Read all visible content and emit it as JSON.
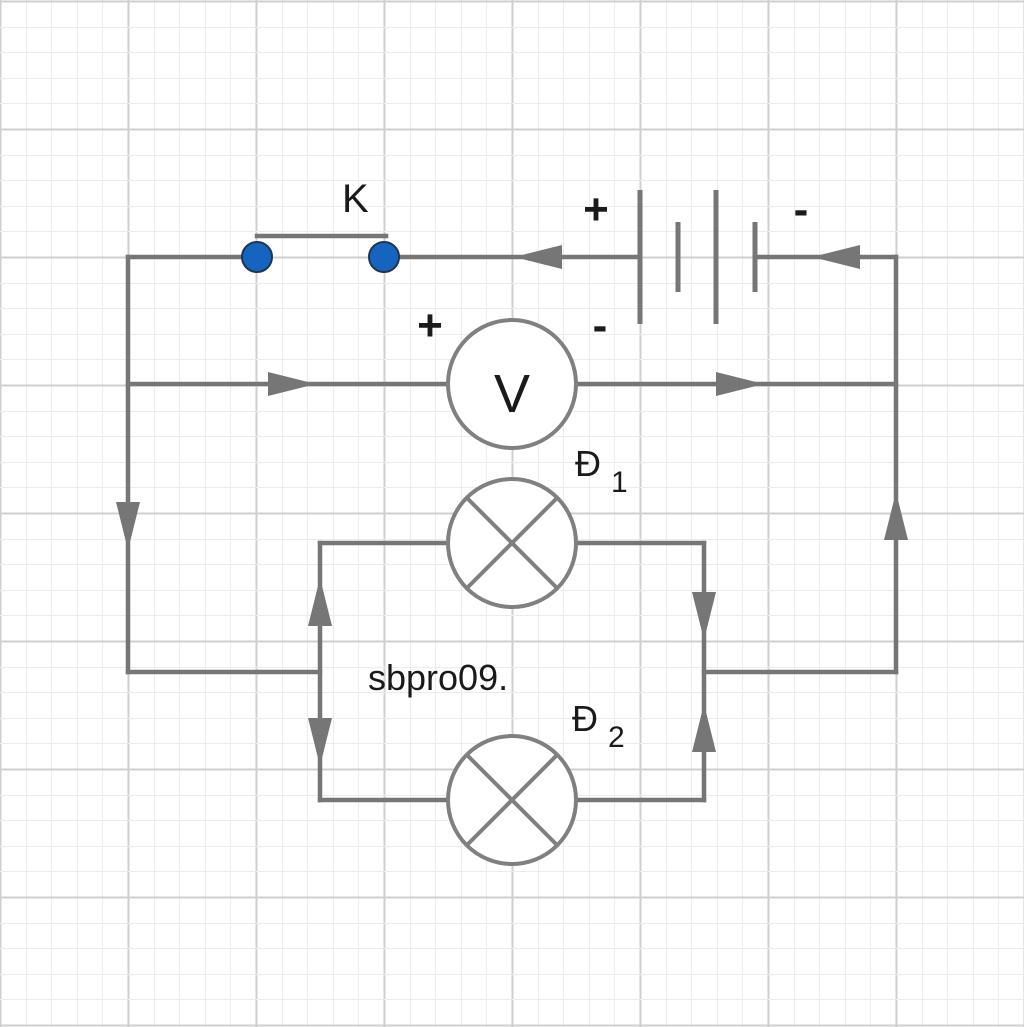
{
  "labels": {
    "switch": "K",
    "battery_plus": "+",
    "battery_minus": "-",
    "voltmeter_plus": "+",
    "voltmeter_minus": "-",
    "voltmeter_symbol": "V",
    "lamp1_letter": "Đ",
    "lamp1_index": "1",
    "lamp2_letter": "Đ",
    "lamp2_index": "2",
    "watermark": "sbpro09."
  },
  "colors": {
    "wire": "#767676",
    "component": "#808080",
    "terminal": "#1565c0",
    "grid_major": "#cfcfcf",
    "grid_minor": "#ececec",
    "background": "#ffffff"
  }
}
